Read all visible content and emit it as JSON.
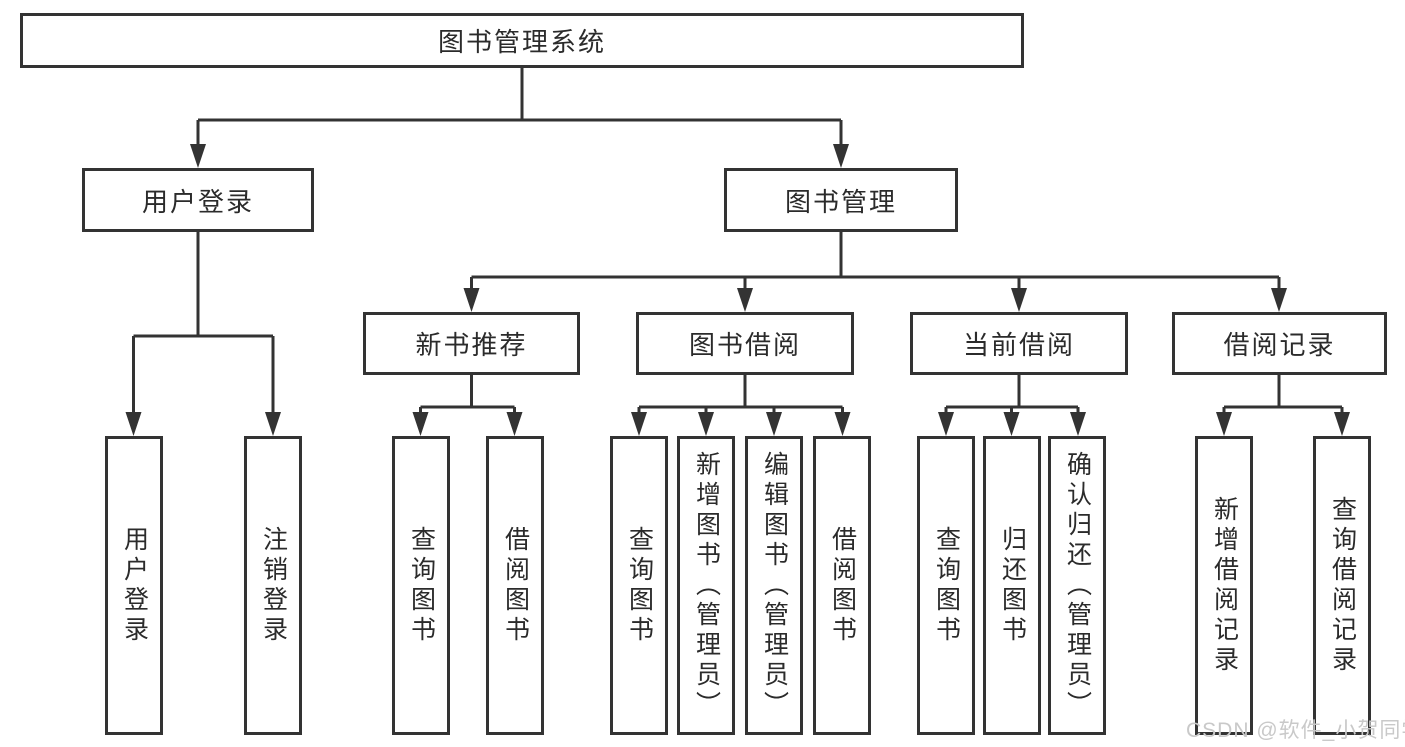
{
  "tree": {
    "root": "图书管理系统",
    "branches": [
      {
        "label": "用户登录",
        "children": [
          "用户登录",
          "注销登录"
        ]
      },
      {
        "label": "图书管理",
        "children": [
          {
            "label": "新书推荐",
            "children": [
              "查询图书",
              "借阅图书"
            ]
          },
          {
            "label": "图书借阅",
            "children": [
              "查询图书",
              "新增图书（管理员）",
              "编辑图书（管理员）",
              "借阅图书"
            ]
          },
          {
            "label": "当前借阅",
            "children": [
              "查询图书",
              "归还图书",
              "确认归还（管理员）"
            ]
          },
          {
            "label": "借阅记录",
            "children": [
              "新增借阅记录",
              "查询借阅记录"
            ]
          }
        ]
      }
    ]
  },
  "watermark": "CSDN @软件_小贺同学",
  "colors": {
    "line": "#333333",
    "text": "#2b2b2b",
    "watermark": "#c9c9c9",
    "background": "#ffffff"
  }
}
